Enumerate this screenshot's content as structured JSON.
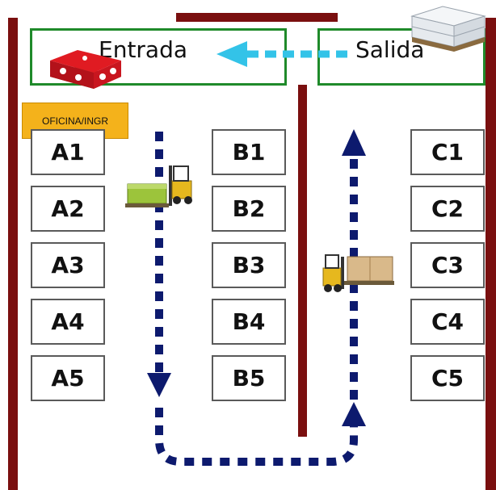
{
  "zones": {
    "entrada": "Entrada",
    "salida": "Salida",
    "office": "OFICINA/INGR"
  },
  "racks": {
    "a": [
      "A1",
      "A2",
      "A3",
      "A4",
      "A5"
    ],
    "b": [
      "B1",
      "B2",
      "B3",
      "B4",
      "B5"
    ],
    "c": [
      "C1",
      "C2",
      "C3",
      "C4",
      "C5"
    ]
  },
  "colors": {
    "wall": "#7a0f0f",
    "zone_border": "#1f8a2a",
    "route": "#0d1a6e",
    "transfer_arrow": "#33c3e8",
    "office": "#f4b21b"
  },
  "icons": {
    "incoming_pallet": "red-boxes-pallet-icon",
    "outgoing_pallet": "white-boxes-pallet-icon",
    "forklift_in": "forklift-green-load-icon",
    "forklift_out": "forklift-brown-load-icon"
  }
}
